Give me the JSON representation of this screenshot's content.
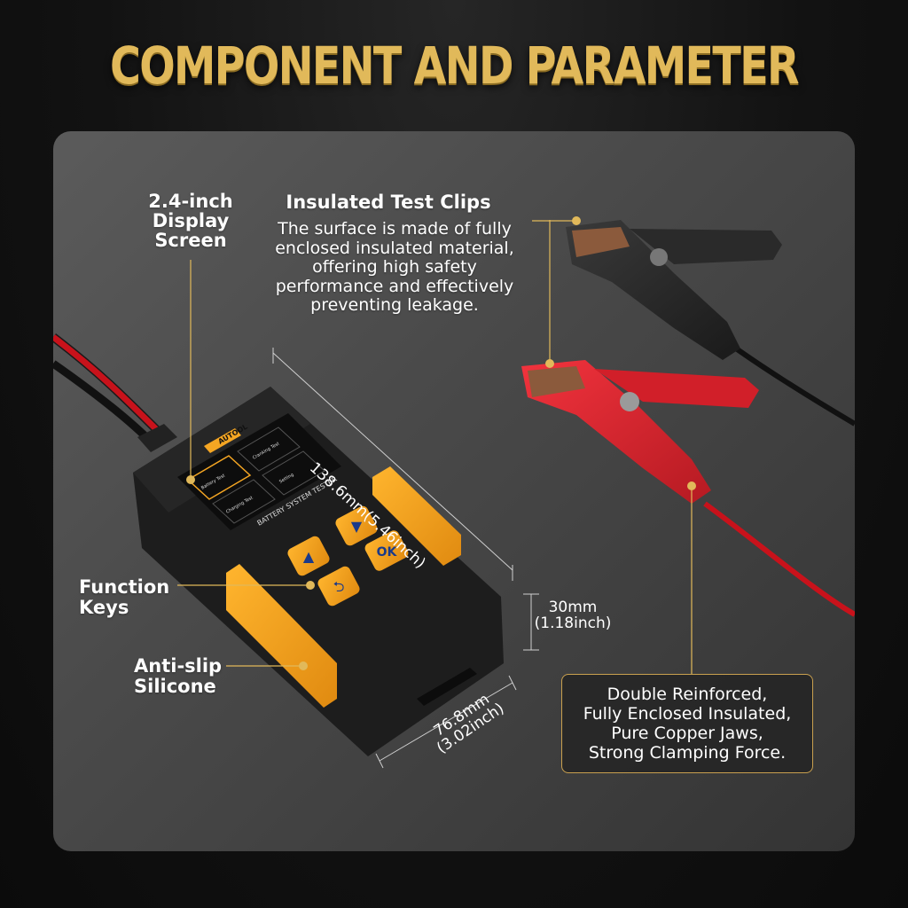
{
  "headline": "COMPONENT AND PARAMETER",
  "device": {
    "brand": "AUTOOL",
    "model_label": "BATTERY SYSTEM TESTER",
    "menu_items": [
      "Battery Test",
      "Cranking Test",
      "Charging Test",
      "Setting"
    ],
    "keys": {
      "up": "▲",
      "down": "▼",
      "ok": "OK",
      "back": "⮌"
    }
  },
  "labels": {
    "display": [
      "2.4-inch",
      "Display",
      "Screen"
    ],
    "function_keys": [
      "Function",
      "Keys"
    ],
    "anti_slip": [
      "Anti-slip",
      "Silicone"
    ],
    "clips_title": "Insulated Test Clips",
    "clips_desc": [
      "The surface is made of fully",
      "enclosed insulated material,",
      "offering high safety",
      "performance and effectively",
      "preventing leakage."
    ]
  },
  "dimensions": {
    "length": "138.6mm(5.46inch)",
    "thickness": [
      "30mm",
      "(1.18inch)"
    ],
    "width": [
      "76.8mm",
      "(3.02inch)"
    ]
  },
  "callout": [
    "Double Reinforced,",
    "Fully Enclosed Insulated,",
    "Pure Copper Jaws,",
    "Strong Clamping Force."
  ],
  "colors": {
    "gold": "#e1b95a",
    "accent_orange": "#f5a623",
    "clip_red": "#d9252f",
    "device_black": "#1c1c1c"
  }
}
